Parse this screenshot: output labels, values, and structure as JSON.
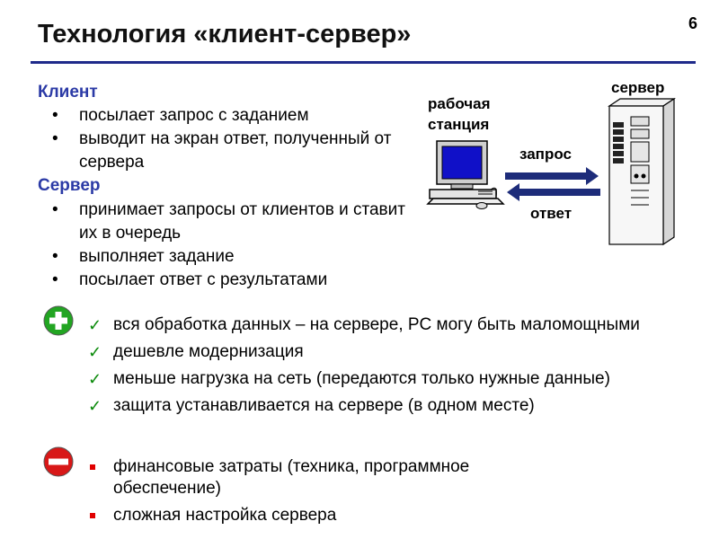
{
  "slide": {
    "title": "Технология «клиент-сервер»",
    "page_number": "6"
  },
  "client": {
    "heading": "Клиент",
    "items": [
      "посылает запрос с заданием",
      "выводит на экран ответ, полученный от сервера"
    ]
  },
  "server": {
    "heading": "Сервер",
    "items": [
      "принимает запросы от клиентов и ставит их в очередь",
      "выполняет задание",
      "посылает ответ с результатами"
    ]
  },
  "diagram": {
    "workstation_label_line1": "рабочая",
    "workstation_label_line2": "станция",
    "server_label": "сервер",
    "request_label": "запрос",
    "response_label": "ответ"
  },
  "advantages": {
    "icon": "plus-icon",
    "items": [
      "вся обработка данных – на сервере, PC могу быть маломощными",
      "дешевле модернизация",
      "меньше нагрузка на сеть (передаются только нужные данные)",
      "защита устанавливается на сервере (в одном месте)"
    ]
  },
  "disadvantages": {
    "icon": "minus-icon",
    "items": [
      "финансовые затраты (техника, программное обеспечение)",
      "сложная настройка сервера"
    ]
  },
  "colors": {
    "accent_blue": "#2b3aa6",
    "rule": "#1f2a8a",
    "plus_green": "#22a522",
    "minus_red": "#d81818"
  }
}
